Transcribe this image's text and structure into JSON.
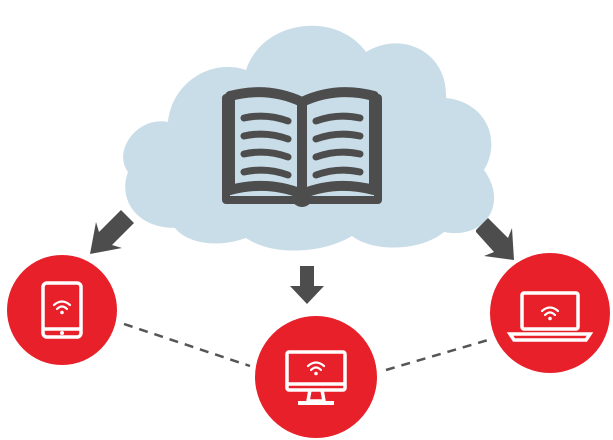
{
  "colors": {
    "cloud": "#c9dde8",
    "book": "#4d4d4d",
    "arrow": "#4d4d4d",
    "device_circle": "#e8202a",
    "device_icon": "#ffffff",
    "connector": "#555555",
    "background": "#ffffff"
  },
  "nodes": {
    "cloud": {
      "icon": "open-book-icon"
    },
    "devices": [
      {
        "name": "tablet",
        "icon": "tablet-icon",
        "signal": "wifi-icon"
      },
      {
        "name": "desktop",
        "icon": "monitor-icon",
        "signal": "wifi-icon"
      },
      {
        "name": "laptop",
        "icon": "laptop-icon",
        "signal": "wifi-icon"
      }
    ]
  },
  "edges": [
    {
      "from": "cloud",
      "to": "tablet",
      "style": "arrow"
    },
    {
      "from": "cloud",
      "to": "desktop",
      "style": "arrow"
    },
    {
      "from": "cloud",
      "to": "laptop",
      "style": "arrow"
    },
    {
      "from": "tablet",
      "to": "desktop",
      "style": "dashed"
    },
    {
      "from": "desktop",
      "to": "laptop",
      "style": "dashed"
    }
  ]
}
